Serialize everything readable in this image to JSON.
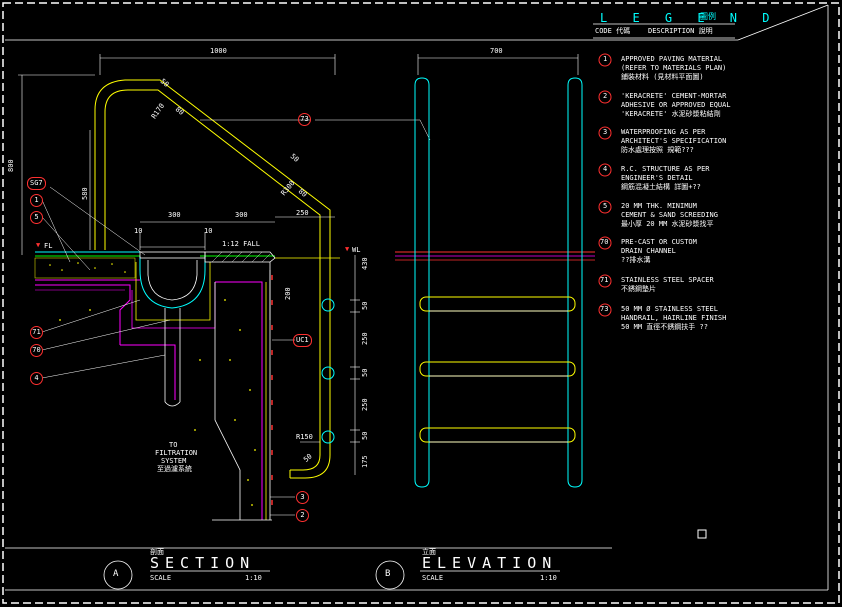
{
  "legend": {
    "title": "L E G E N D",
    "title_cjk": "圖例",
    "col_code": "CODE 代碼",
    "col_desc": "DESCRIPTION 說明",
    "items": [
      {
        "code": "1",
        "lines": [
          "APPROVED PAVING MATERIAL",
          "(REFER TO MATERIALS PLAN)",
          "鋪裝材料          (見材料平面圖)"
        ]
      },
      {
        "code": "2",
        "lines": [
          "'KERACRETE' CEMENT-MORTAR",
          "ADHESIVE OR APPROVED EQUAL",
          "'KERACRETE' 水泥砂漿粘結劑"
        ]
      },
      {
        "code": "3",
        "lines": [
          "WATERPROOFING AS PER",
          "ARCHITECT'S SPECIFICATION",
          "防水處理按照          規範???"
        ]
      },
      {
        "code": "4",
        "lines": [
          "R.C. STRUCTURE AS PER",
          "ENGINEER'S DETAIL",
          "鋼筋混凝土結構          詳圖+??"
        ]
      },
      {
        "code": "5",
        "lines": [
          "20 MM THK. MINIMUM",
          "CEMENT & SAND SCREEDING",
          "最小厚 20 MM 水泥砂漿找平"
        ]
      },
      {
        "code": "70",
        "lines": [
          "PRE-CAST OR CUSTOM",
          "DRAIN CHANNEL",
          "??排水溝"
        ]
      },
      {
        "code": "71",
        "lines": [
          "STAINLESS STEEL SPACER",
          "不銹鋼墊片"
        ]
      },
      {
        "code": "73",
        "lines": [
          "50 MM Ø STAINLESS STEEL",
          "HANDRAIL, HAIRLINE FINISH",
          "50 MM 直徑不銹鋼扶手 ??"
        ]
      }
    ]
  },
  "section": {
    "circle": "A",
    "title": "SECTION",
    "title_cjk": "剖面",
    "scale_label": "SCALE",
    "scale": "1:10",
    "dims": {
      "top": "1000",
      "left_vert": "800",
      "left_mid": "580",
      "d300a": "300",
      "d300b": "300",
      "d250": "250",
      "d10a": "10",
      "d10b": "10",
      "d200": "200",
      "d430": "430",
      "d50a": "50",
      "d250b": "250",
      "d50b": "50",
      "d250c": "250",
      "d50c": "50",
      "d175": "175",
      "r170": "R170",
      "r300": "R300",
      "r150": "R150",
      "d50r1": "50",
      "d50r2": "50",
      "d50r3": "50",
      "d80a": "80",
      "d80b": "80"
    },
    "labels": {
      "fl": "FL",
      "wl": "WL",
      "fall": "1:12 FALL",
      "filtration": [
        "TO",
        "FILTRATION",
        "SYSTEM",
        "至過濾系統"
      ]
    },
    "callouts": [
      "SG7",
      "1",
      "5",
      "71",
      "70",
      "4",
      "73",
      "UC1",
      "3",
      "2"
    ]
  },
  "elevation": {
    "circle": "B",
    "title": "ELEVATION",
    "title_cjk": "立面",
    "scale_label": "SCALE",
    "scale": "1:10",
    "dims": {
      "width": "700"
    }
  }
}
